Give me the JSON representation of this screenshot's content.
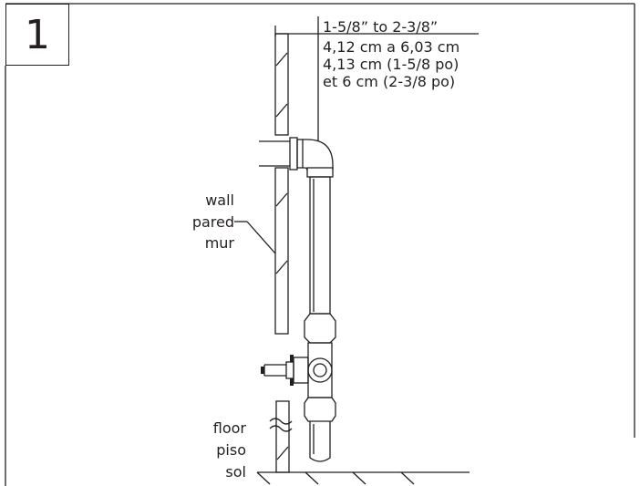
{
  "step": {
    "number": "1"
  },
  "dimension": {
    "lines": [
      "1-5/8” to 2-3/8”",
      "4,12 cm a 6,03 cm",
      "4,13 cm (1-5/8 po)",
      "et 6 cm (2-3/8 po)"
    ]
  },
  "wall_label": {
    "lines": [
      "wall",
      "pared",
      "mur"
    ]
  },
  "floor_label": {
    "lines": [
      "floor",
      "piso",
      "sol"
    ]
  }
}
